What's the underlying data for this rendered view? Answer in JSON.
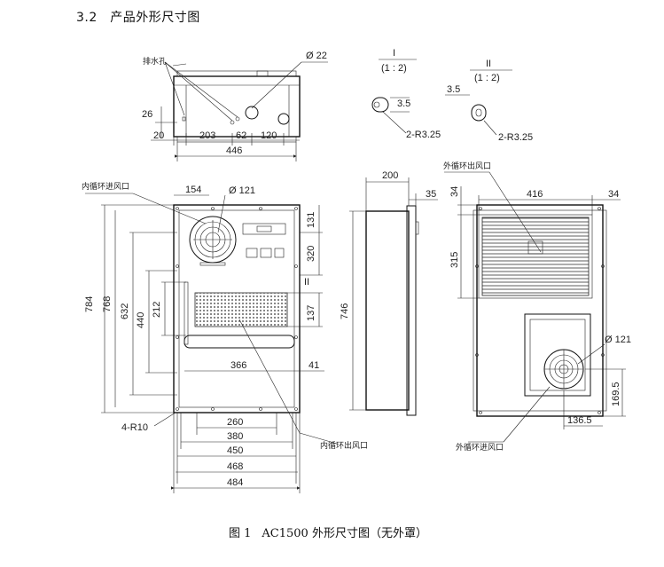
{
  "section_title": "3.2　产品外形尺寸图",
  "caption": {
    "figure_no": "图 1",
    "title": "AC1500 外形尺寸图（无外罩）"
  },
  "top_view": {
    "drain_label": "排水孔",
    "diameter": "Ø 22",
    "dims": {
      "h26": "26",
      "w20": "20",
      "w203": "203",
      "w62": "62",
      "w120": "120",
      "w446": "446"
    }
  },
  "detail_1": {
    "roman": "I",
    "scale": "(1 : 2)",
    "r": "2-R3.25",
    "d": "3.5"
  },
  "detail_2": {
    "roman": "II",
    "scale": "(1 : 2)",
    "r": "2-R3.25",
    "d": "3.5"
  },
  "front_view": {
    "inner_inlet_label": "内循环进风口",
    "inner_outlet_label": "内循环出风口",
    "corner_label": "4-R10",
    "fan_diameter": "Ø 121",
    "detail_ref": "II",
    "dims": {
      "w154": "154",
      "h784": "784",
      "h768": "768",
      "h632": "632",
      "h440": "440",
      "h212": "212",
      "h131": "131",
      "h320": "320",
      "h137": "137",
      "w366": "366",
      "w41": "41",
      "w260": "260",
      "w380": "380",
      "w450": "450",
      "w468": "468",
      "w484": "484"
    }
  },
  "side_view": {
    "dims": {
      "w200": "200",
      "w35": "35",
      "h746": "746"
    }
  },
  "back_view": {
    "outer_outlet_label": "外循环出风口",
    "outer_inlet_label": "外循环进风口",
    "fan_diameter": "Ø 121",
    "dims": {
      "h34": "34",
      "w416": "416",
      "w34": "34",
      "h315": "315",
      "h169": "169.5",
      "w136": "136.5"
    }
  }
}
